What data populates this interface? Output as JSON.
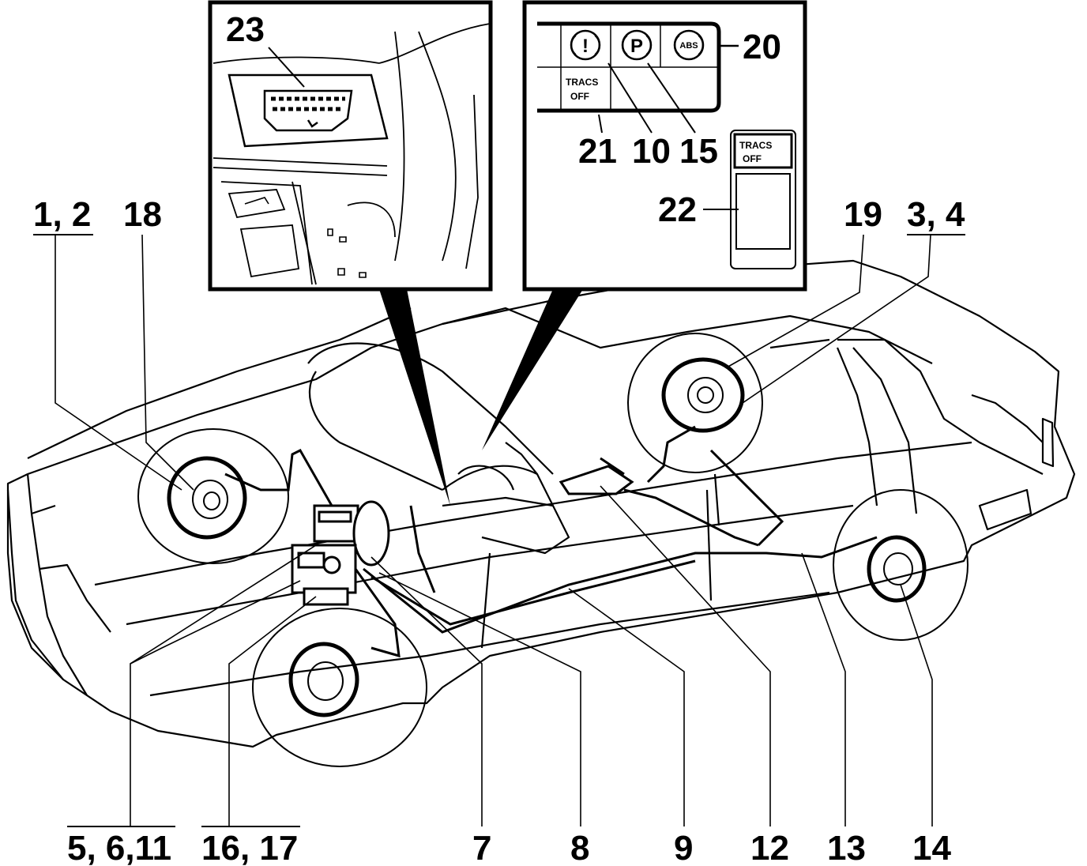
{
  "labels": {
    "l_1_2": "1, 2",
    "l_18": "18",
    "l_19": "19",
    "l_3_4": "3, 4",
    "l_5_6_11": "5, 6,11",
    "l_16_17": "16, 17",
    "l_7": "7",
    "l_8": "8",
    "l_9": "9",
    "l_12": "12",
    "l_13": "13",
    "l_14": "14",
    "l_23": "23",
    "l_20": "20",
    "l_21": "21",
    "l_10": "10",
    "l_15": "15",
    "l_22": "22"
  },
  "indicators": {
    "brake_warning": "!",
    "parking": "P",
    "abs": "ABS",
    "tracs_line1": "TRACS",
    "tracs_line2": "OFF",
    "switch_line1": "TRACS",
    "switch_line2": "OFF"
  },
  "icons": [
    "brake-warning-icon",
    "parking-brake-icon",
    "abs-icon",
    "diagnostic-connector-icon"
  ],
  "colors": {
    "ink": "#000000",
    "paper": "#ffffff"
  }
}
